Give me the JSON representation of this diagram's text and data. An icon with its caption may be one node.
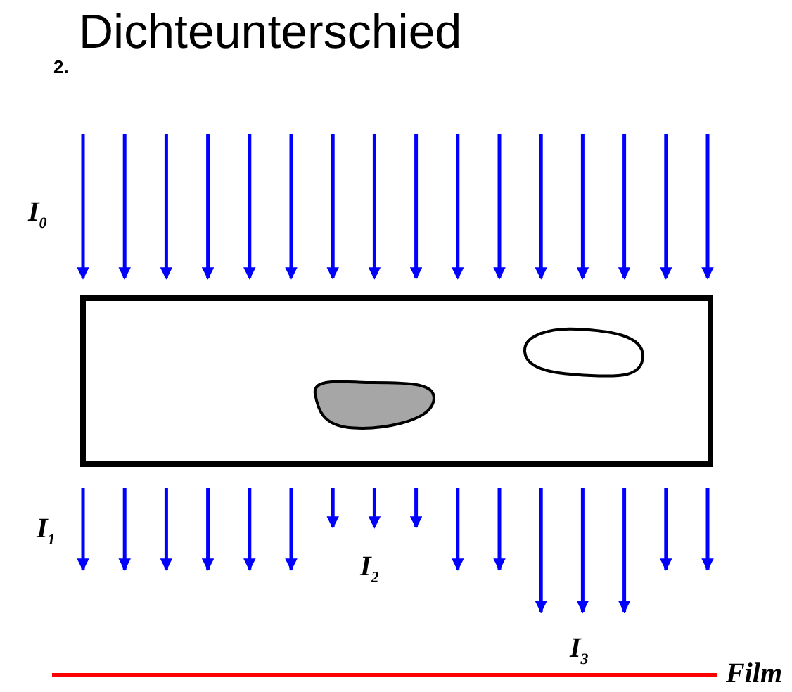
{
  "diagram": {
    "title": "Dichteunterschied",
    "labels": [
      "2.",
      "I$_{0}$",
      "I$_{1}$",
      "I$_{2}$",
      "I$_{3}$",
      "Film"
    ]
  }
}
